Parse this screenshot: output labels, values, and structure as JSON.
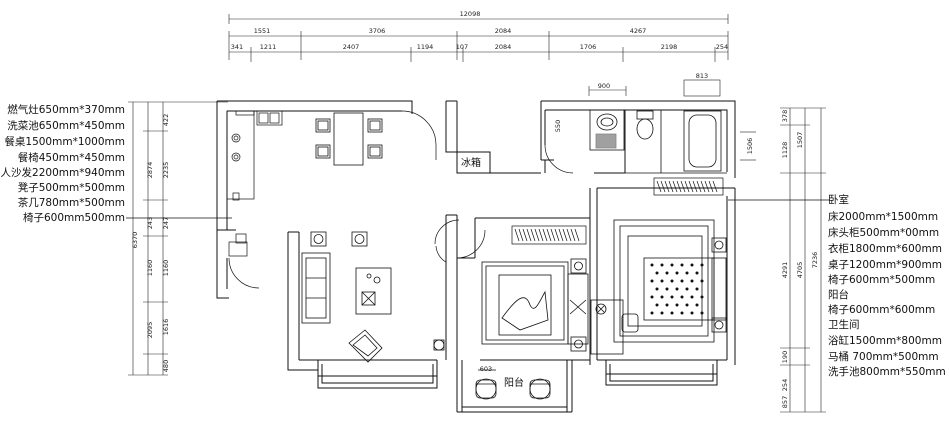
{
  "left_legend": [
    "燃气灶650mm*370mm",
    "洗菜池650mm*450mm",
    "餐桌1500mm*1000mm",
    "餐椅450mm*450mm",
    "三人沙发2200mm*940mm",
    "凳子500mm*500mm",
    "茶几780mm*500mm",
    "椅子600mm500mm"
  ],
  "right_legend": [
    "卧室",
    "床2000mm*1500mm",
    "床头柜500mm*00mm",
    "衣柜1800mm*600mm",
    "桌子1200mm*900mm",
    "椅子600mm*500mm",
    "阳台",
    "椅子600mm*600mm",
    "卫生间",
    "浴缸1500mm*800mm",
    "马桶  700mm*500mm",
    "洗手池800mm*550mm"
  ],
  "room_labels": {
    "fridge": "冰箱",
    "balcony": "阳台"
  },
  "top_dimensions": {
    "total": "12098",
    "row1": [
      "1551",
      "3706",
      "2084",
      "4267"
    ],
    "row2": [
      "341",
      "1211",
      "2407",
      "1194",
      "107",
      "2084",
      "1706",
      "2198",
      "254"
    ],
    "fixtures": [
      "900",
      "813"
    ]
  },
  "left_dimensions": [
    "422",
    "2874",
    "2235",
    "6370",
    "243",
    "247",
    "1160",
    "1160",
    "2095",
    "1616",
    "480"
  ],
  "right_dimensions": [
    "378",
    "1507",
    "1128",
    "1506",
    "4291",
    "4705",
    "7236",
    "190",
    "254",
    "857"
  ],
  "misc_dimensions": [
    "550",
    "603"
  ]
}
